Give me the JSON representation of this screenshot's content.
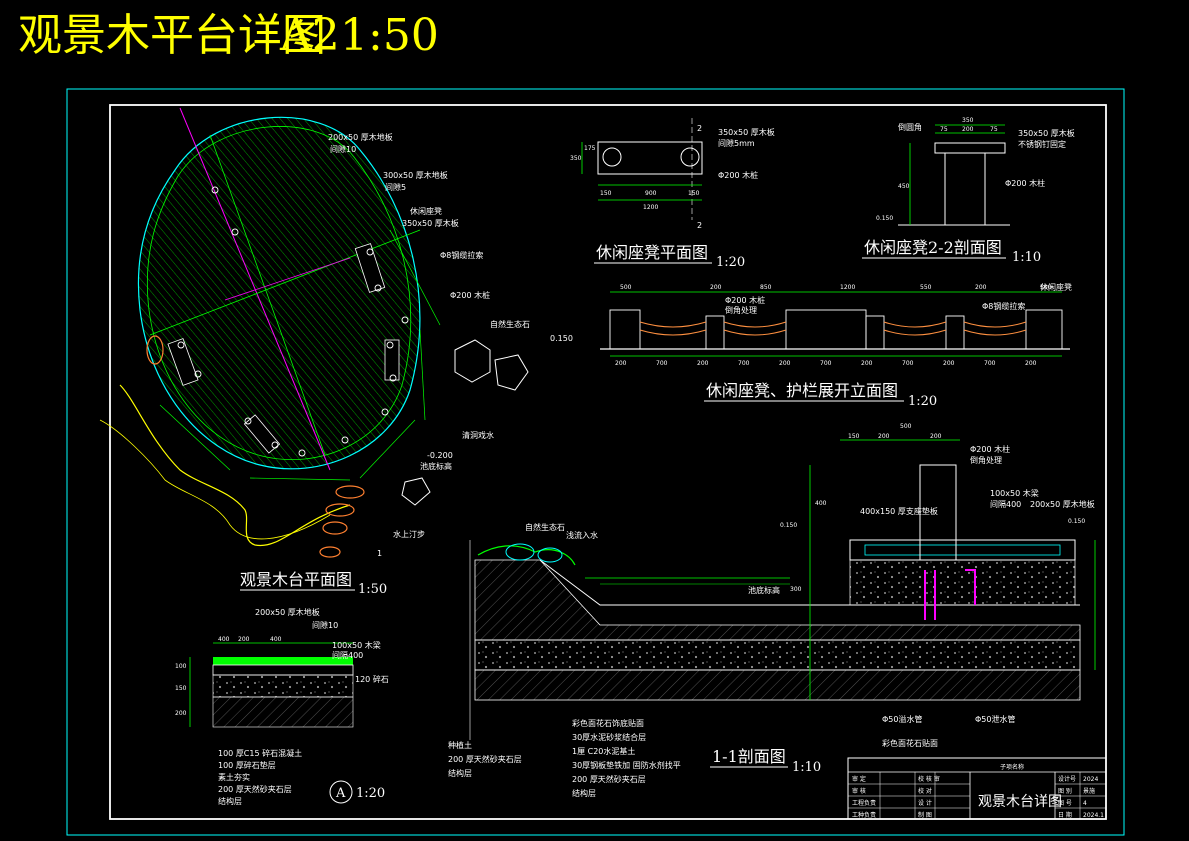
{
  "header": {
    "title": "观景木平台详图",
    "code": "A2",
    "scale": "1:50"
  },
  "plan": {
    "title": "观景木台平面图",
    "scale": "1:50",
    "labels": {
      "board_a": "200x50 厚木地板",
      "gap_a": "间隙10",
      "board_b": "300x50 厚木地板",
      "gap_b": "间隙5",
      "bench": "休闲座凳",
      "bench_board": "350x50 厚木板",
      "cable": "Φ8钢缆拉索",
      "post": "Φ200 木桩",
      "stone": "自然生态石",
      "water": "清洞戏水",
      "bottom": "-0.200",
      "bottom_label": "池底标高",
      "steps": "水上汀步",
      "cut": "1"
    }
  },
  "bench_plan": {
    "title": "休闲座凳平面图",
    "scale": "1:20",
    "labels": {
      "board": "350x50 厚木板",
      "gap": "间隙5mm",
      "post": "Φ200 木桩",
      "cut": "2"
    },
    "dims": [
      "150",
      "900",
      "150",
      "1200",
      "350",
      "175"
    ]
  },
  "bench_section": {
    "title": "休闲座凳2-2剖面图",
    "scale": "1:10",
    "labels": {
      "angle": "倒圆角",
      "board": "350x50 厚木板",
      "note": "不锈钢钉固定",
      "post": "Φ200 木柱",
      "level": "0.150"
    },
    "dims": [
      "350",
      "75",
      "200",
      "75",
      "450"
    ]
  },
  "elevation": {
    "title": "休闲座凳、护栏展开立面图",
    "scale": "1:20",
    "labels": {
      "post": "Φ200 木桩",
      "sub": "倒角处理",
      "cable": "Φ8钢缆拉索",
      "bench": "休闲座凳",
      "level": "0.150"
    },
    "top_dims": [
      "500",
      "200",
      "850",
      "1200",
      "550",
      "200",
      "500"
    ],
    "bottom_dims": [
      "200",
      "700",
      "200",
      "700",
      "200",
      "700",
      "200",
      "700",
      "200",
      "700",
      "200"
    ]
  },
  "section_a": {
    "title_marker": "A",
    "scale": "1:20",
    "labels": {
      "board": "200x50 厚木地板",
      "gap": "间隙10",
      "beam": "100x50 木梁",
      "beam_sub": "间隔400",
      "gravel": "120 碎石"
    },
    "dims": [
      "400",
      "200",
      "400",
      "100",
      "150",
      "200"
    ],
    "layers": [
      "100 厚C15 碎石混凝土",
      "100 厚碎石垫层",
      "素土夯实",
      "200 厚天然砂夹石层",
      "结构层"
    ]
  },
  "section_1": {
    "title": "1-1剖面图",
    "scale": "1:10",
    "labels": {
      "stone": "自然生态石",
      "rock": "浅流入水",
      "pool": "池底标高",
      "post": "Φ200 木柱",
      "post_sub": "倒角处理",
      "beam": "100x50 木梁",
      "beam_sub": "间隔400",
      "board": "200x50 厚木地板",
      "plate": "400x150 厚支座垫板",
      "l1": "0.150",
      "l2": "0.150",
      "pipe1": "Φ50溢水管",
      "pipe2": "Φ50泄水管",
      "overflow": "彩色面花石贴面",
      "l300": "300"
    },
    "dims": [
      "150",
      "200",
      "500",
      "200",
      "400"
    ],
    "layers_left": [
      "种植土",
      "200 厚天然砂夹石层",
      "结构层"
    ],
    "layers_mid": [
      "彩色面花石饰底贴面",
      "30厚水泥砂浆结合层",
      "1厘 C20水泥基土",
      "30厚钢板垫铁加 固防水剂找平",
      "200 厚天然砂夹石层",
      "结构层"
    ]
  },
  "title_block": {
    "drawing_name": "观景木台详图",
    "project": "子项名称",
    "cells": [
      "审 定",
      "校 核 审",
      "审 核",
      "校 对",
      "工程负责",
      "设 计",
      "工种负责",
      "制 图"
    ],
    "meta_labels": [
      "设计号",
      "图 别",
      "图 号",
      "日 期"
    ],
    "meta_values": [
      "2024",
      "景施",
      "4",
      "2024.1"
    ]
  }
}
